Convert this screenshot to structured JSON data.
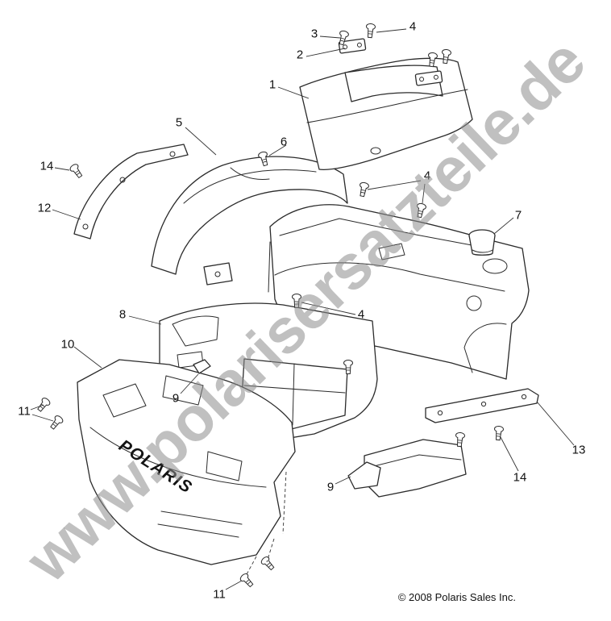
{
  "watermark": {
    "text": "www.polarisersatzteile.de"
  },
  "copyright": "© 2008 Polaris Sales Inc.",
  "diagram": {
    "fascia_logo": "POLARIS",
    "callouts": [
      {
        "id": "callout-1",
        "label": "1"
      },
      {
        "id": "callout-2",
        "label": "2"
      },
      {
        "id": "callout-3",
        "label": "3"
      },
      {
        "id": "callout-4-top",
        "label": "4"
      },
      {
        "id": "callout-5",
        "label": "5"
      },
      {
        "id": "callout-6",
        "label": "6"
      },
      {
        "id": "callout-14-left",
        "label": "14"
      },
      {
        "id": "callout-4-mid",
        "label": "4"
      },
      {
        "id": "callout-12",
        "label": "12"
      },
      {
        "id": "callout-7",
        "label": "7"
      },
      {
        "id": "callout-4-low",
        "label": "4"
      },
      {
        "id": "callout-8",
        "label": "8"
      },
      {
        "id": "callout-10",
        "label": "10"
      },
      {
        "id": "callout-9-left",
        "label": "9"
      },
      {
        "id": "callout-11-left",
        "label": "11"
      },
      {
        "id": "callout-13",
        "label": "13"
      },
      {
        "id": "callout-14-right",
        "label": "14"
      },
      {
        "id": "callout-9-bottom",
        "label": "9"
      },
      {
        "id": "callout-11-bottom",
        "label": "11"
      }
    ]
  }
}
